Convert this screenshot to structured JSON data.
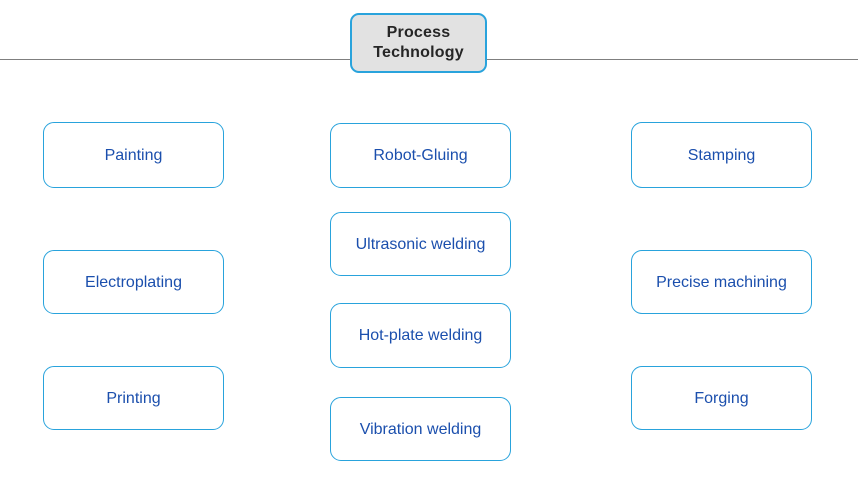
{
  "diagram": {
    "background_color": "#ffffff",
    "accent_border_color": "#29a3dc",
    "node_text_color": "#1b4fad",
    "root_fill_color": "#e2e2e2",
    "root_text_color": "#262626",
    "divider_color": "#7f7f7f",
    "root": {
      "label": "Process\nTechnology",
      "line1": "Process",
      "line2": "Technology"
    },
    "columns": [
      {
        "id": "left",
        "nodes": [
          {
            "label": "Painting"
          },
          {
            "label": "Electroplating"
          },
          {
            "label": "Printing"
          }
        ]
      },
      {
        "id": "middle",
        "nodes": [
          {
            "label": "Robot-Gluing"
          },
          {
            "label": "Ultrasonic welding"
          },
          {
            "label": "Hot-plate welding"
          },
          {
            "label": "Vibration welding"
          }
        ]
      },
      {
        "id": "right",
        "nodes": [
          {
            "label": "Stamping"
          },
          {
            "label": "Precise machining"
          },
          {
            "label": "Forging"
          }
        ]
      }
    ]
  }
}
